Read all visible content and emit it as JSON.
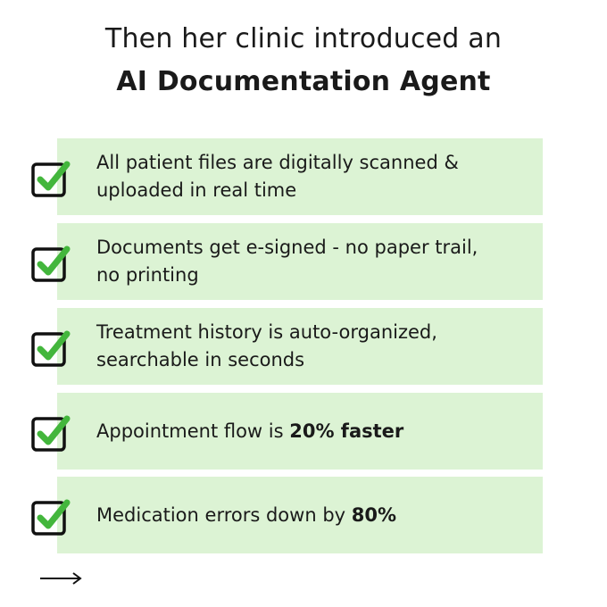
{
  "title": {
    "line1": "Then her clinic introduced an",
    "line2": "AI Documentation Agent"
  },
  "items": [
    {
      "line1": "All patient files are digitally scanned &",
      "line2": "uploaded in real time"
    },
    {
      "line1": "Documents get e-signed - no paper trail,",
      "line2": "no printing"
    },
    {
      "line1": "Treatment history is auto-organized,",
      "line2": "searchable in seconds"
    },
    {
      "prefix": "Appointment flow is ",
      "highlight": "20% faster"
    },
    {
      "prefix": "Medication errors down by ",
      "highlight": "80%"
    }
  ],
  "icons": {
    "item_icon": "checkmark-box-icon",
    "next_icon": "right-arrow-icon"
  },
  "colors": {
    "item_background": "#dcf3d4",
    "check_green": "#43b63c",
    "box_stroke": "#111111",
    "text": "#1a1a1a"
  }
}
